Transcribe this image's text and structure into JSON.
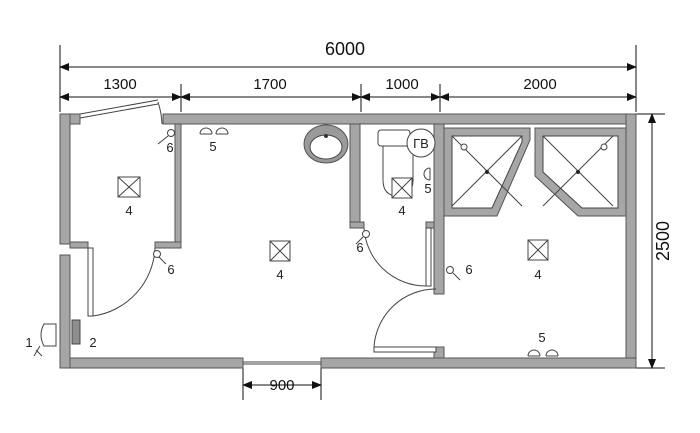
{
  "dimensions": {
    "total_width": "6000",
    "segments": [
      "1300",
      "1700",
      "1000",
      "2000"
    ],
    "height": "2500",
    "door_width": "900"
  },
  "labels": {
    "light_fixture": "4",
    "socket": "5",
    "switch": "6",
    "heater_tag": "ГВ",
    "item_1": "1",
    "item_2": "2"
  },
  "colors": {
    "wall_fill": "#a6a6a6",
    "wall_edge": "#555555",
    "line": "#444444"
  }
}
